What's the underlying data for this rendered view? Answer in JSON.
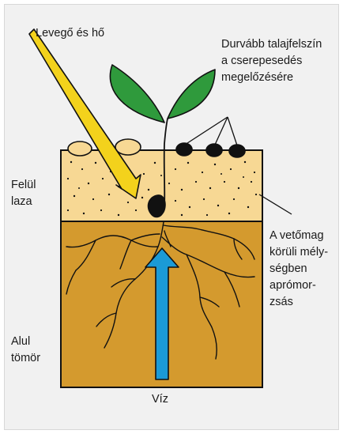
{
  "labels": {
    "air_heat": "Levegő és hő",
    "coarse_surface": [
      "Durvább talajfelszín",
      "a cserepesedés",
      "megelőzésére"
    ],
    "top_loose": [
      "Felül",
      "laza"
    ],
    "seed_depth": [
      "A vetőmag",
      "körüli mély-",
      "ségben",
      "aprómor-",
      "zsás"
    ],
    "bottom_firm": [
      "Alul",
      "tömör"
    ],
    "water": "Víz"
  },
  "colors": {
    "background": "#f1f1f1",
    "top_soil": "#f7d894",
    "lower_soil": "#d49a2e",
    "leaf": "#2f9a3c",
    "air_arrow": "#f3d21c",
    "water_arrow": "#1b9ad6",
    "outline": "#111111"
  },
  "icons": {
    "air_arrow": "diagonal-arrow-icon",
    "water_arrow": "up-arrow-icon",
    "seedling": "seedling-icon",
    "seed": "seed-icon"
  }
}
